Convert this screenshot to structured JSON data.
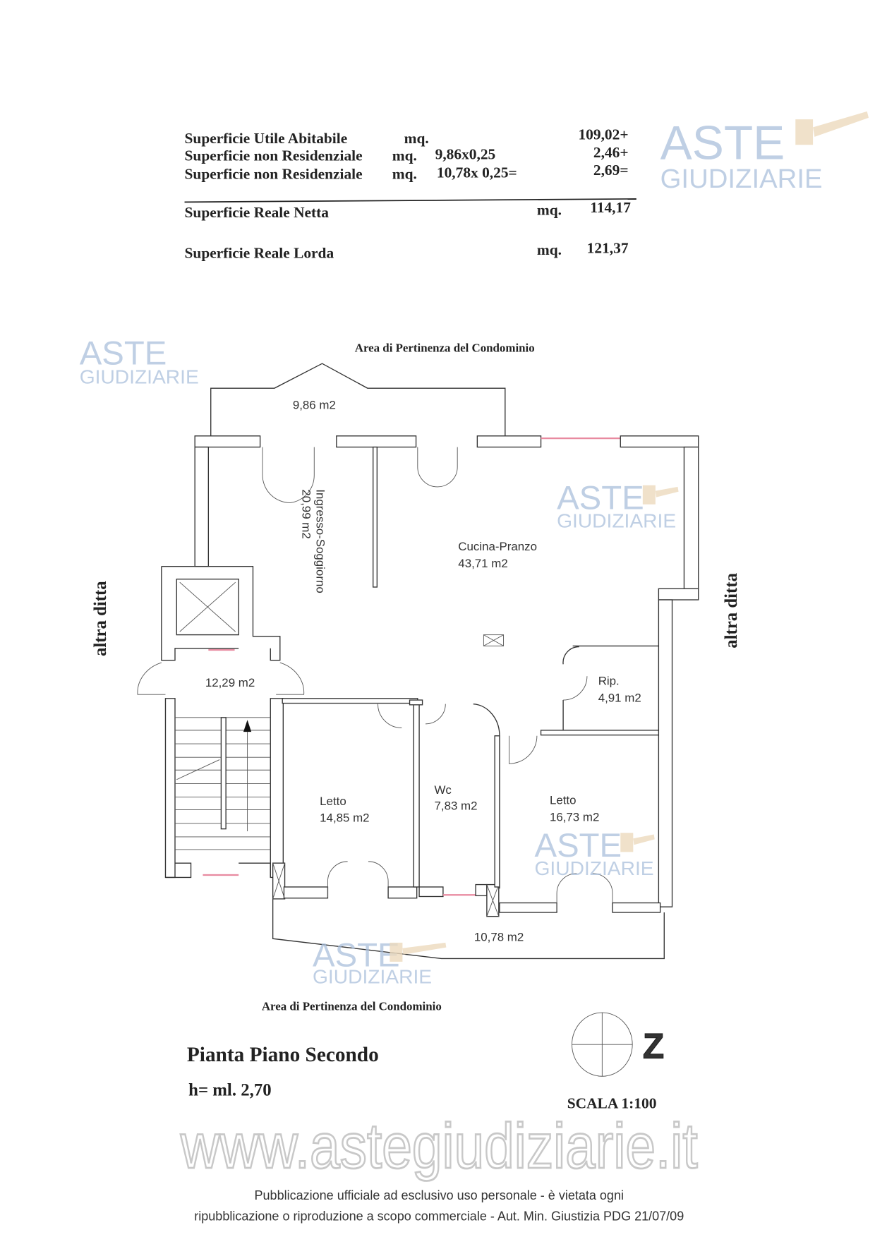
{
  "summary": {
    "rows": [
      {
        "label": "Superficie Utile Abitabile",
        "unit": "mq.",
        "calc": "",
        "value": "109,02+"
      },
      {
        "label": "Superficie non Residenziale",
        "unit": "mq.",
        "calc": "9,86x0,25",
        "value": "2,46+"
      },
      {
        "label": "Superficie non Residenziale",
        "unit": "mq.",
        "calc": "10,78x 0,25=",
        "value": "2,69="
      }
    ],
    "netta": {
      "label": "Superficie Reale Netta",
      "unit": "mq.",
      "value": "114,17"
    },
    "lorda": {
      "label": "Superficie Reale Lorda",
      "unit": "mq.",
      "value": "121,37"
    }
  },
  "plan": {
    "top_label": "Area di Pertinenza del Condominio",
    "bottom_label": "Area di Pertinenza del Condominio",
    "left_label": "altra ditta",
    "right_label": "altra ditta",
    "rooms": {
      "balcony_top": "9,86 m2",
      "ingresso_name": "Ingresso-Soggiorno",
      "ingresso_area": "20,99 m2",
      "cucina_name": "Cucina-Pranzo",
      "cucina_area": "43,71 m2",
      "landing": "12,29 m2",
      "rip_name": "Rip.",
      "rip_area": "4,91 m2",
      "letto1_name": "Letto",
      "letto1_area": "14,85 m2",
      "wc_name": "Wc",
      "wc_area": "7,83 m2",
      "letto2_name": "Letto",
      "letto2_area": "16,73 m2",
      "balcony_bottom": "10,78 m2"
    }
  },
  "title": "Pianta Piano Secondo",
  "height": "h= ml. 2,70",
  "north": "Z",
  "scale": "SCALA 1:100",
  "watermark": {
    "logo_top": "ASTE",
    "logo_bottom": "GIUDIZIARIE",
    "site": "www.astegiudiziarie.it"
  },
  "footer": {
    "line1": "Pubblicazione ufficiale ad esclusivo uso personale - è vietata ogni",
    "line2": "ripubblicazione o riproduzione a scopo commerciale - Aut. Min. Giustizia PDG 21/07/09"
  }
}
